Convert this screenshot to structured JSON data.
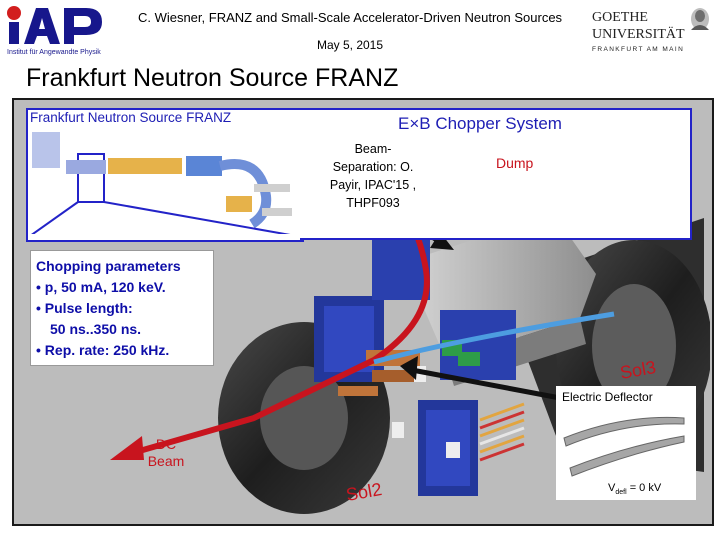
{
  "header": {
    "logo_left": "iAP",
    "logo_left_subtitle": "Institut für Angewandte Physik",
    "title": "C. Wiesner, FRANZ and Small-Scale Accelerator-Driven Neutron Sources",
    "date": "May 5, 2015",
    "logo_right_line1": "GOETHE",
    "logo_right_line2": "UNIVERSITÄT",
    "logo_right_line3": "FRANKFURT AM MAIN"
  },
  "slide": {
    "title": "Frankfurt Neutron Source FRANZ"
  },
  "inset": {
    "title": "Frankfurt Neutron Source  FRANZ"
  },
  "chopper": {
    "title": "E×B Chopper System",
    "beam_separation_lines": [
      "Beam-",
      "Separation:  O.",
      "Payir, IPAC'15 ,",
      "THPF093"
    ],
    "dump_label": "Dump"
  },
  "parameters": {
    "title": "Chopping  parameters",
    "lines": [
      "• p, 50 mA, 120 keV.",
      "• Pulse  length:",
      "50 ns..350 ns.",
      "• Rep. rate: 250 kHz."
    ]
  },
  "labels": {
    "sol3": "Sol3",
    "sol2": "Sol2",
    "dc_beam_line1": "DC",
    "dc_beam_line2": "Beam"
  },
  "deflector": {
    "title": "Electric Deflector",
    "voltage_prefix": "V",
    "voltage_sub": "defl",
    "voltage_value": " = 0 kV"
  },
  "colors": {
    "accent_blue": "#1e1eb4",
    "beam_red": "#c8141e",
    "magnet_blue": "#23379b"
  }
}
